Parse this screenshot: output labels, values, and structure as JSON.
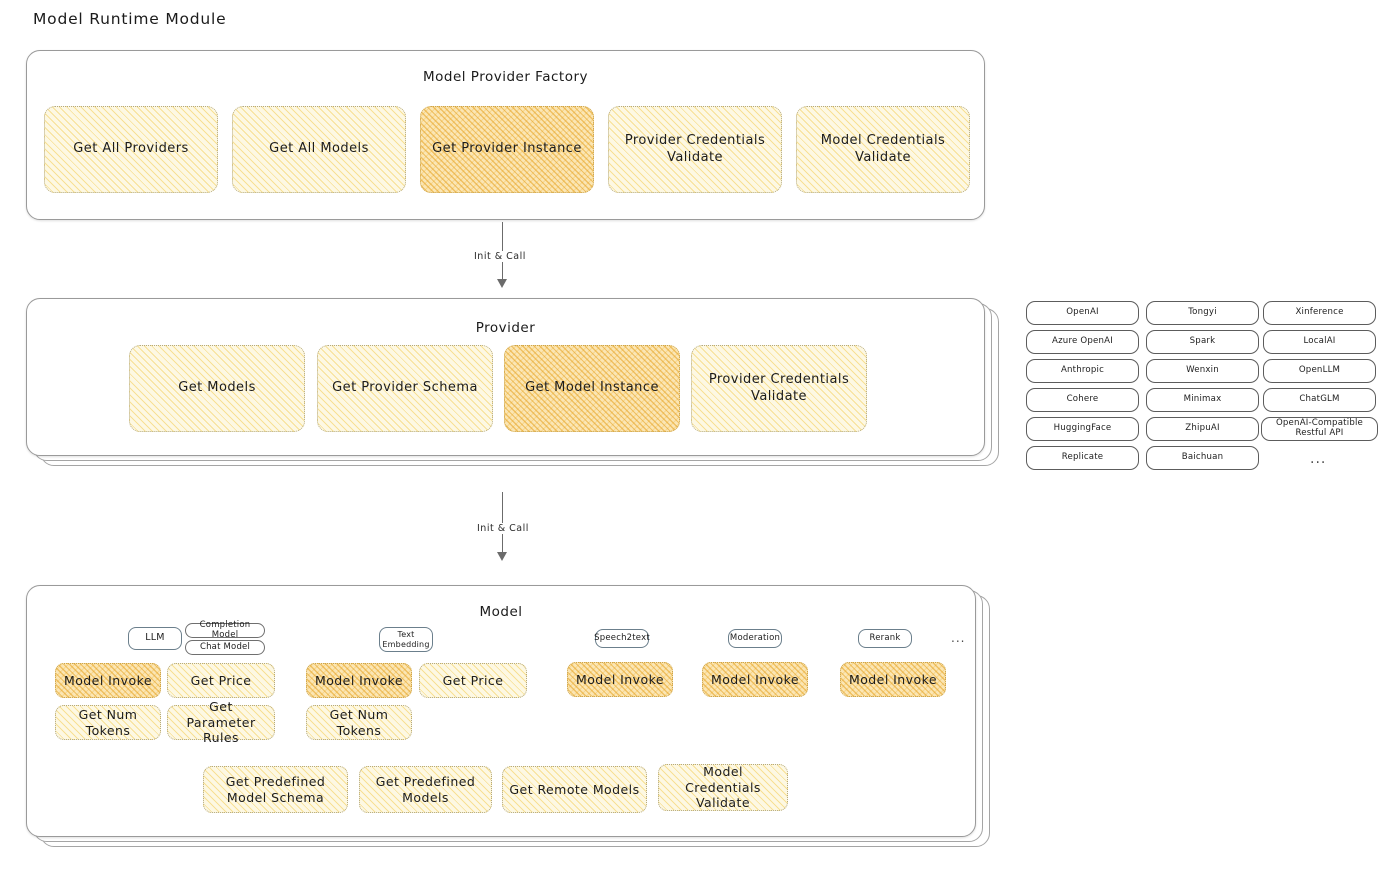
{
  "title": "Model Runtime Module",
  "arrows": [
    {
      "label": "Init & Call"
    },
    {
      "label": "Init & Call"
    }
  ],
  "factory": {
    "title": "Model Provider Factory",
    "methods": [
      {
        "label": "Get All Providers",
        "highlight": false
      },
      {
        "label": "Get All Models",
        "highlight": false
      },
      {
        "label": "Get Provider Instance",
        "highlight": true
      },
      {
        "label": "Provider Credentials Validate",
        "highlight": false
      },
      {
        "label": "Model Credentials Validate",
        "highlight": false
      }
    ]
  },
  "provider": {
    "title": "Provider",
    "methods": [
      {
        "label": "Get Models",
        "highlight": false
      },
      {
        "label": "Get Provider Schema",
        "highlight": false
      },
      {
        "label": "Get Model Instance",
        "highlight": true
      },
      {
        "label": "Provider Credentials Validate",
        "highlight": false
      }
    ]
  },
  "provider_list": {
    "ellipsis": "...",
    "columns": [
      {
        "items": [
          "OpenAI",
          "Azure OpenAI",
          "Anthropic",
          "Cohere",
          "HuggingFace",
          "Replicate"
        ]
      },
      {
        "items": [
          "Tongyi",
          "Spark",
          "Wenxin",
          "Minimax",
          "ZhipuAI",
          "Baichuan"
        ]
      },
      {
        "items": [
          "Xinference",
          "LocalAI",
          "OpenLLM",
          "ChatGLM",
          "OpenAI-Compatible Restful API"
        ]
      }
    ]
  },
  "model": {
    "title": "Model",
    "ellipsis": "...",
    "types": [
      {
        "name": "LLM",
        "tags": [
          "Completion Model",
          "Chat Model"
        ],
        "methods": [
          {
            "label": "Model Invoke",
            "highlight": true
          },
          {
            "label": "Get Price",
            "highlight": false
          },
          {
            "label": "Get Num Tokens",
            "highlight": false
          },
          {
            "label": "Get Parameter Rules",
            "highlight": false
          }
        ]
      },
      {
        "name": "Text Embedding",
        "tags": [],
        "methods": [
          {
            "label": "Model Invoke",
            "highlight": true
          },
          {
            "label": "Get Price",
            "highlight": false
          },
          {
            "label": "Get Num Tokens",
            "highlight": false
          }
        ]
      },
      {
        "name": "Speech2text",
        "tags": [],
        "methods": [
          {
            "label": "Model Invoke",
            "highlight": true
          }
        ]
      },
      {
        "name": "Moderation",
        "tags": [],
        "methods": [
          {
            "label": "Model Invoke",
            "highlight": true
          }
        ]
      },
      {
        "name": "Rerank",
        "tags": [],
        "methods": [
          {
            "label": "Model Invoke",
            "highlight": true
          }
        ]
      }
    ],
    "common_methods": [
      {
        "label": "Get Predefined Model Schema"
      },
      {
        "label": "Get Predefined Models"
      },
      {
        "label": "Get Remote Models"
      },
      {
        "label": "Model Credentials Validate"
      }
    ]
  },
  "colors": {
    "fill_yellow": "#fdf8e3",
    "fill_orange": "#fbe6b4",
    "fill_blue": "#eaf4fb",
    "fill_pink": "#fdeeee",
    "border_dotted": "#b4a97e",
    "border_solid": "#6f6f6f",
    "card_border": "#9a9a9a",
    "text": "#1d1d1d"
  }
}
